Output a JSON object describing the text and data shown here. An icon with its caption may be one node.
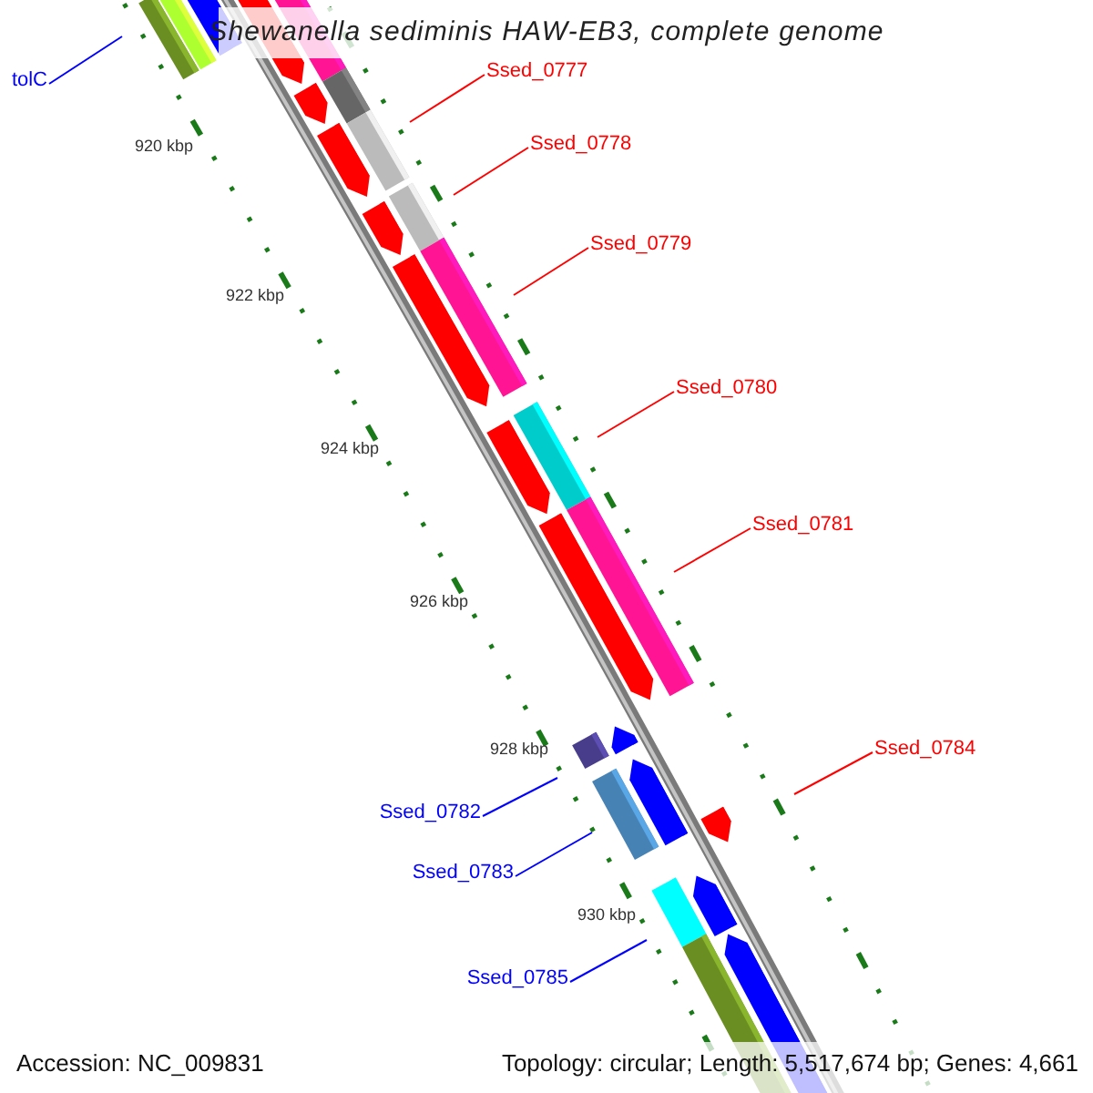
{
  "diagram": {
    "title": "Shewanella sediminis HAW-EB3, complete genome",
    "nodes": [
      {
        "text": [
          "tolC"
        ]
      },
      {
        "text": [
          "Ssed_0777"
        ]
      },
      {
        "text": [
          "Ssed_0778"
        ]
      },
      {
        "text": [
          "Ssed_0779"
        ]
      },
      {
        "text": [
          "Ssed_0780"
        ]
      },
      {
        "text": [
          "Ssed_0781"
        ]
      },
      {
        "text": [
          "Ssed_0784"
        ]
      },
      {
        "text": [
          "Ssed_0782"
        ]
      },
      {
        "text": [
          "Ssed_0783"
        ]
      },
      {
        "text": [
          "Ssed_0785"
        ]
      }
    ],
    "edges": [
      {
        "from": 0,
        "to": null,
        "arrow": "none",
        "color": "#0000ff"
      },
      {
        "from": 1,
        "to": null,
        "arrow": "none"
      },
      {
        "from": 2,
        "to": null,
        "arrow": "none"
      },
      {
        "from": 3,
        "to": null,
        "arrow": "none"
      },
      {
        "from": 4,
        "to": null,
        "arrow": "none"
      },
      {
        "from": 5,
        "to": null,
        "arrow": "none"
      },
      {
        "from": 6,
        "to": null,
        "arrow": "none"
      },
      {
        "from": 7,
        "to": null,
        "arrow": "none",
        "color": "#0000ff"
      },
      {
        "from": 8,
        "to": null,
        "arrow": "none",
        "color": "#0000ff"
      },
      {
        "from": 9,
        "to": null,
        "arrow": "none",
        "color": "#0000ff"
      }
    ],
    "labels": [
      "920 kbp",
      "922 kbp",
      "924 kbp",
      "926 kbp",
      "928 kbp",
      "930 kbp",
      "Accession: NC_009831",
      "Topology: circular; Length: 5,517,674 bp; Genes: 4,661"
    ]
  }
}
